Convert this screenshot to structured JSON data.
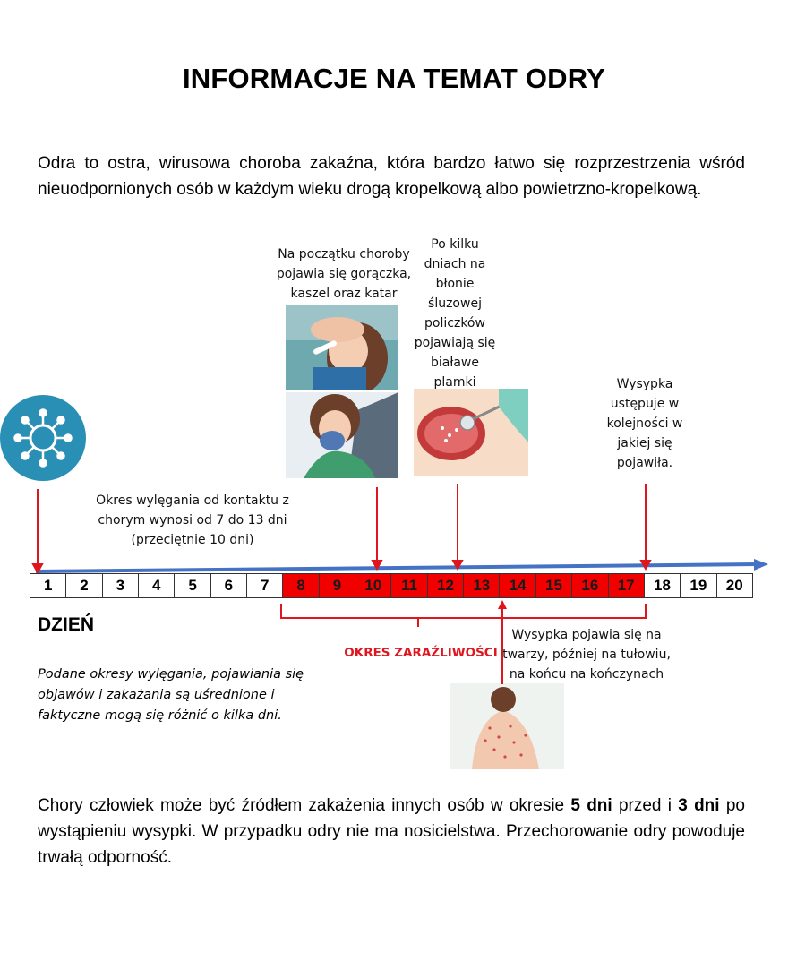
{
  "title": "INFORMACJE NA TEMAT ODRY",
  "intro": "Odra to ostra, wirusowa choroba zakaźna, która bardzo łatwo się rozprzestrzenia wśród nieuodpornionych osób w każdym wieku drogą kropelkową albo powietrzno-kropelkową.",
  "notes": {
    "fever": "Na początku choroby pojawia się gorączka, kaszel oraz katar",
    "koplik": "Po kilku dniach na błonie śluzowej policzków pojawiają się białawe plamki Koplika",
    "fade": "Wysypka ustępuje w kolejności w jakiej się pojawiła.",
    "incubation": "Okres wylęgania od kontaktu z chorym wynosi od 7 do 13 dni (przeciętnie 10 dni)",
    "rash": "Wysypka pojawia się na twarzy, później na tułowiu, na końcu na kończynach"
  },
  "timeline": {
    "days": [
      "1",
      "2",
      "3",
      "4",
      "5",
      "6",
      "7",
      "8",
      "9",
      "10",
      "11",
      "12",
      "13",
      "14",
      "15",
      "16",
      "17",
      "18",
      "19",
      "20"
    ],
    "contagious_days": [
      "8",
      "9",
      "10",
      "11",
      "12",
      "13",
      "14",
      "15",
      "16",
      "17"
    ],
    "day_label": "DZIEŃ",
    "contagious_label": "OKRES ZARAŹLIWOŚCI",
    "highlight_color": "#f20000",
    "arrow_color": "#4472c4"
  },
  "disclaimer": "Podane okresy wylęgania, pojawiania się objawów i zakażania są uśrednione i faktyczne mogą się różnić o kilka dni.",
  "outro": {
    "part1": "Chory człowiek może być źródłem zakażenia innych osób w okresie ",
    "bold1": "5 dni",
    "part2": " przed i ",
    "bold2": "3 dni",
    "part3": " po wystąpieniu wysypki. W przypadku odry nie ma nosicielstwa. Przechorowanie odry powoduje trwałą odporność."
  },
  "colors": {
    "virus_circle": "#2a8fb5",
    "marker_red": "#e0161e"
  }
}
